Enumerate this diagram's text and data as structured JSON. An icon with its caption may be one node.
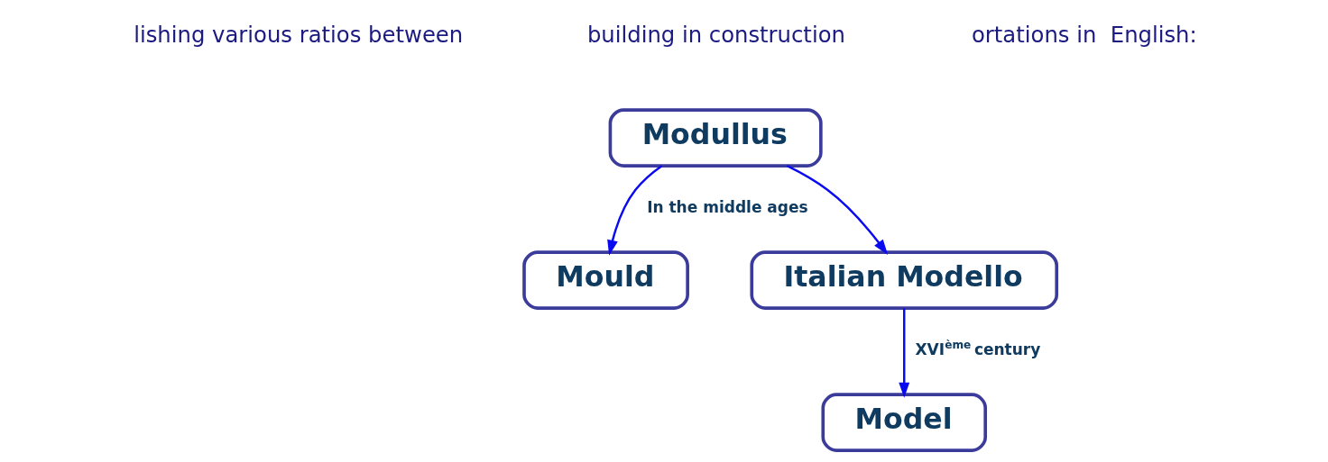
{
  "diagram": {
    "nodes": [
      {
        "text": [
          "Modullus"
        ]
      },
      {
        "text": [
          "Mould"
        ]
      },
      {
        "text": [
          "Italian Modello"
        ]
      },
      {
        "text": [
          "Model"
        ]
      }
    ],
    "edges": [
      {
        "from": 0,
        "to": 1,
        "arrow": "to",
        "label": "In the middle ages"
      },
      {
        "from": 0,
        "to": 2,
        "arrow": "to"
      },
      {
        "from": 2,
        "to": 3,
        "arrow": "to",
        "label": "XVI$^{ème}$ century"
      }
    ],
    "labels": [
      "lishing various ratios between",
      "building in construction",
      "ortations in  English:"
    ]
  }
}
